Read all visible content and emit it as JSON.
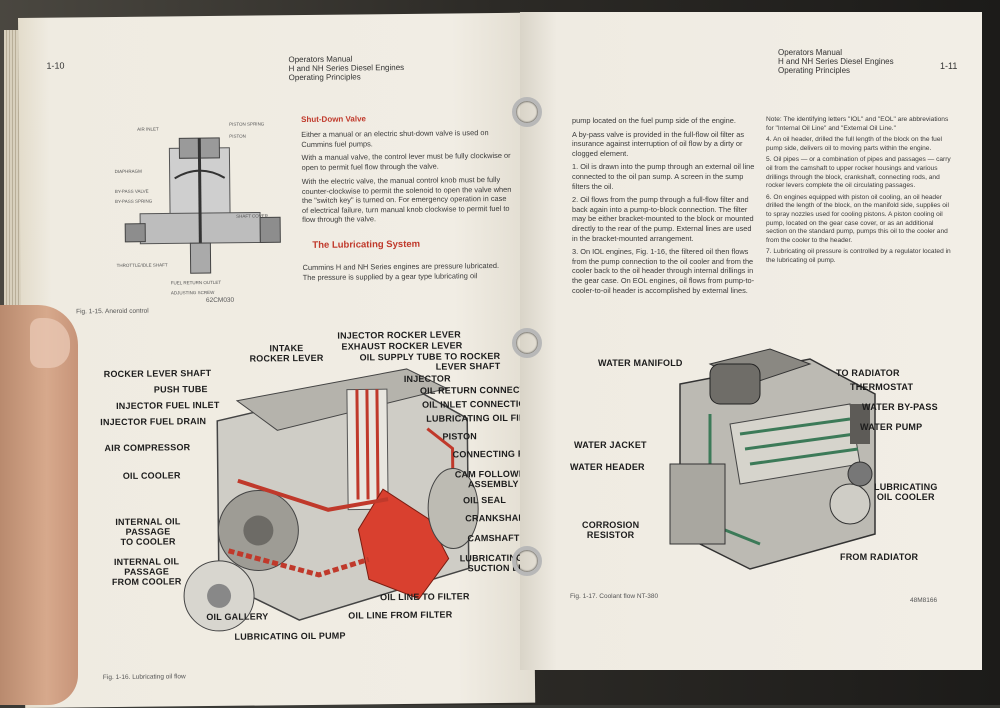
{
  "left_page": {
    "page_number": "1-10",
    "header": [
      "Operators Manual",
      "H and NH Series Diesel Engines",
      "Operating Principles"
    ],
    "section_title": "Shut-Down Valve",
    "paragraphs": [
      "Either a manual or an electric shut-down valve is used on Cummins fuel pumps.",
      "With a manual valve, the control lever must be fully clockwise or open to permit fuel flow through the valve.",
      "With the electric valve, the manual control knob must be fully counter-clockwise to permit the solenoid to open the valve when the \"switch key\" is turned on. For emergency operation in case of electrical failure, turn manual knob clockwise to permit fuel to flow through the valve."
    ],
    "section_title_2": "The Lubricating System",
    "paragraph_2": "Cummins H and NH Series engines are pressure lubricated. The pressure is supplied by a gear type lubricating oil",
    "fig_115_caption": "Fig. 1-15. Aneroid control",
    "fig_115_code": "62CM030",
    "fig_115_labels": [
      "AIR INLET",
      "PISTON SPRING",
      "PISTON",
      "DIAPHRAGM",
      "BY-PASS VALVE",
      "BY-PASS SPRING",
      "SHAFT COVER",
      "THROTTLE/IDLE SHAFT",
      "FUEL RETURN OUTLET",
      "ADJUSTING SCREW"
    ],
    "fig_116_caption": "Fig. 1-16. Lubricating oil flow",
    "engine_labels": {
      "rocker_lever_shaft": "ROCKER LEVER SHAFT",
      "intake_rocker_lever": "INTAKE\nROCKER LEVER",
      "injector_rocker_lever": "INJECTOR ROCKER LEVER",
      "exhaust_rocker_lever": "EXHAUST ROCKER LEVER",
      "oil_supply_tube": "OIL SUPPLY TUBE TO ROCKER\nLEVER SHAFT",
      "push_tube": "PUSH TUBE",
      "injector": "INJECTOR",
      "injector_fuel_inlet": "INJECTOR FUEL INLET",
      "oil_return_connection": "OIL RETURN CONNECTION",
      "injector_fuel_drain": "INJECTOR FUEL DRAIN",
      "oil_inlet_connection": "OIL INLET CONNECTION",
      "lubricating_oil_filter": "LUBRICATING OIL FILTER",
      "air_compressor": "AIR COMPRESSOR",
      "piston": "PISTON",
      "connecting_rod": "CONNECTING ROD",
      "oil_cooler": "OIL COOLER",
      "cam_follower_assembly": "CAM FOLLOWER\nASSEMBLY",
      "oil_seal": "OIL SEAL",
      "crankshaft": "CRANKSHAFT",
      "internal_oil_passage_to_cooler": "INTERNAL OIL\nPASSAGE\nTO COOLER",
      "camshaft": "CAMSHAFT",
      "internal_oil_passage_from_cooler": "INTERNAL OIL\nPASSAGE\nFROM COOLER",
      "lubricating_oil_suction_line": "LUBRICATING OIL\nSUCTION LINE",
      "oil_line_to_filter": "OIL LINE TO FILTER",
      "oil_gallery": "OIL GALLERY",
      "oil_line_from_filter": "OIL LINE FROM FILTER",
      "lubricating_oil_pump": "LUBRICATING OIL PUMP"
    }
  },
  "right_page": {
    "page_number": "1-11",
    "header": [
      "Operators Manual",
      "H and NH Series Diesel Engines",
      "Operating Principles"
    ],
    "col1_paragraphs": [
      "pump located on the fuel pump side of the engine.",
      "A by-pass valve is provided in the full-flow oil filter as insurance against interruption of oil flow by a dirty or clogged element.",
      "1. Oil is drawn into the pump through an external oil line connected to the oil pan sump. A screen in the sump filters the oil.",
      "2. Oil flows from the pump through a full-flow filter and back again into a pump-to-block connection. The filter may be either bracket-mounted to the block or mounted directly to the rear of the pump. External lines are used in the bracket-mounted arrangement.",
      "3. On IOL engines, Fig. 1-16, the filtered oil then flows from the pump connection to the oil cooler and from the cooler back to the oil header through internal drillings in the gear case. On EOL engines, oil flows from pump-to-cooler-to-oil header is accomplished by external lines."
    ],
    "col2_paragraphs": [
      "Note: The identifying letters \"IOL\" and \"EOL\" are abbreviations for \"Internal Oil Line\" and \"External Oil Line.\"",
      "4. An oil header, drilled the full length of the block on the fuel pump side, delivers oil to moving parts within the engine.",
      "5. Oil pipes — or a combination of pipes and passages — carry oil from the camshaft to upper rocker housings and various drillings through the block, crankshaft, connecting rods, and rocker levers complete the oil circulating passages.",
      "6. On engines equipped with piston oil cooling, an oil header drilled the length of the block, on the manifold side, supplies oil to spray nozzles used for cooling pistons. A piston cooling oil pump, located on the gear case cover, or as an additional section on the standard pump, pumps this oil to the cooler and from the cooler to the header.",
      "7. Lubricating oil pressure is controlled by a regulator located in the lubricating oil pump."
    ],
    "fig_117_caption": "Fig. 1-17. Coolant flow NT-380",
    "fig_117_code": "48M8166",
    "engine_labels": {
      "water_manifold": "WATER MANIFOLD",
      "to_radiator": "TO RADIATOR",
      "thermostat": "THERMOSTAT",
      "water_bypass": "WATER BY-PASS",
      "water_pump": "WATER PUMP",
      "water_jacket": "WATER JACKET",
      "water_header": "WATER HEADER",
      "lubricating_oil_cooler": "LUBRICATING\nOIL COOLER",
      "corrosion_resistor": "CORROSION\nRESISTOR",
      "from_radiator": "FROM RADIATOR"
    }
  },
  "colors": {
    "accent_red": "#c0392b",
    "paper": "#efebe1",
    "binder": "#2c2a26"
  }
}
